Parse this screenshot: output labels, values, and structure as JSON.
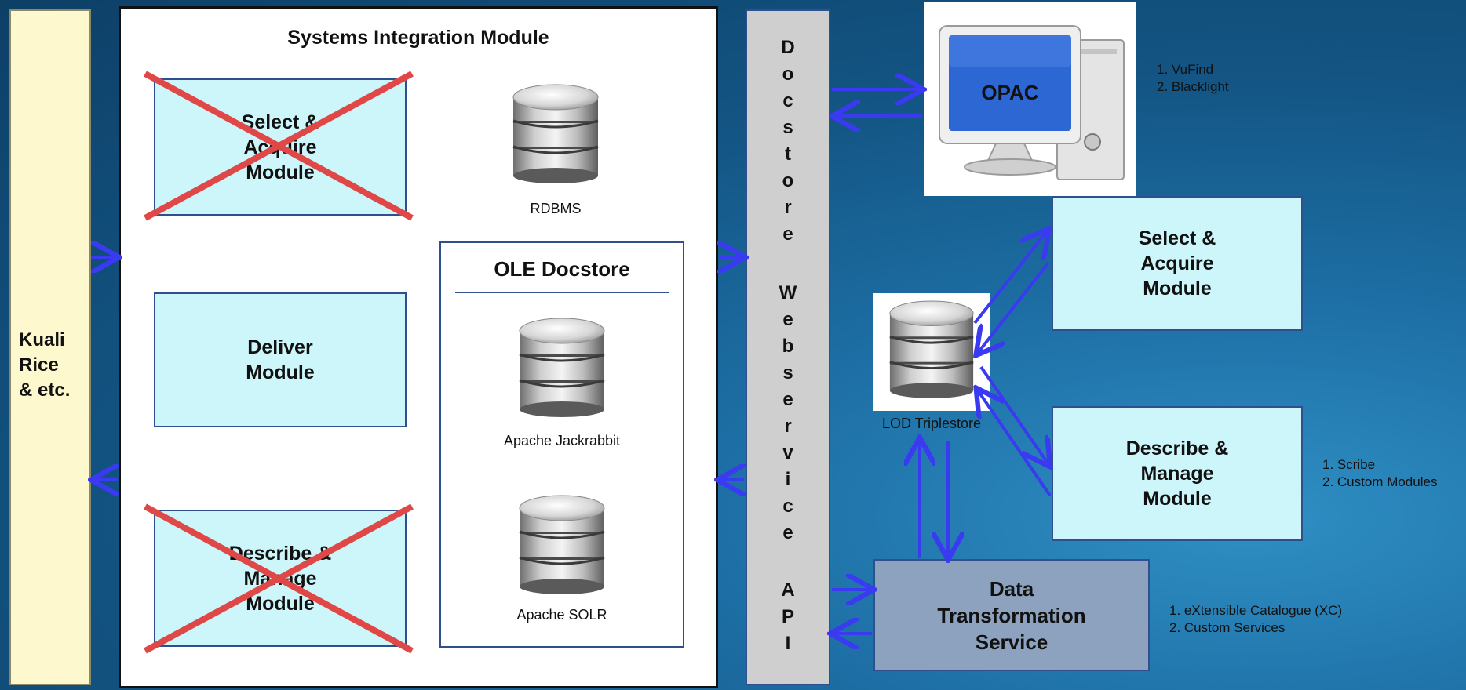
{
  "kuali": {
    "label": "Kuali\nRice\n& etc."
  },
  "sim": {
    "title": "Systems Integration Module",
    "select_module": "Select &\nAcquire\nModule",
    "deliver_module": "Deliver\nModule",
    "describe_module": "Describe &\nManage\nModule",
    "rdbms_label": "RDBMS",
    "docstore_title": "OLE Docstore",
    "jackrabbit_label": "Apache Jackrabbit",
    "solr_label": "Apache SOLR"
  },
  "api": {
    "docstore": "D\no\nc\ns\nt\no\nr\ne",
    "webservice": "W\ne\nb\ns\ne\nr\nv\ni\nc\ne",
    "api": "A\nP\nI"
  },
  "opac": {
    "label": "OPAC",
    "notes": "1. VuFind\n2. Blacklight"
  },
  "right": {
    "select_module": "Select &\nAcquire\nModule",
    "describe_module": "Describe &\nManage\nModule",
    "describe_notes": "1. Scribe\n2. Custom Modules",
    "triplestore_label": "LOD Triplestore",
    "dts_label": "Data\nTransformation\nService",
    "dts_notes": "1. eXtensible Catalogue (XC)\n2. Custom Services"
  },
  "colors": {
    "module_fill": "#cdf6fb",
    "kuali_fill": "#fdf8cd",
    "api_fill": "#cfcfcf",
    "dts_fill": "#8ca2be",
    "arrow": "#3a3af0",
    "cross": "#e04848"
  },
  "icons": [
    "database-icon",
    "computer-icon",
    "cross-mark-icon",
    "arrow-icon"
  ]
}
